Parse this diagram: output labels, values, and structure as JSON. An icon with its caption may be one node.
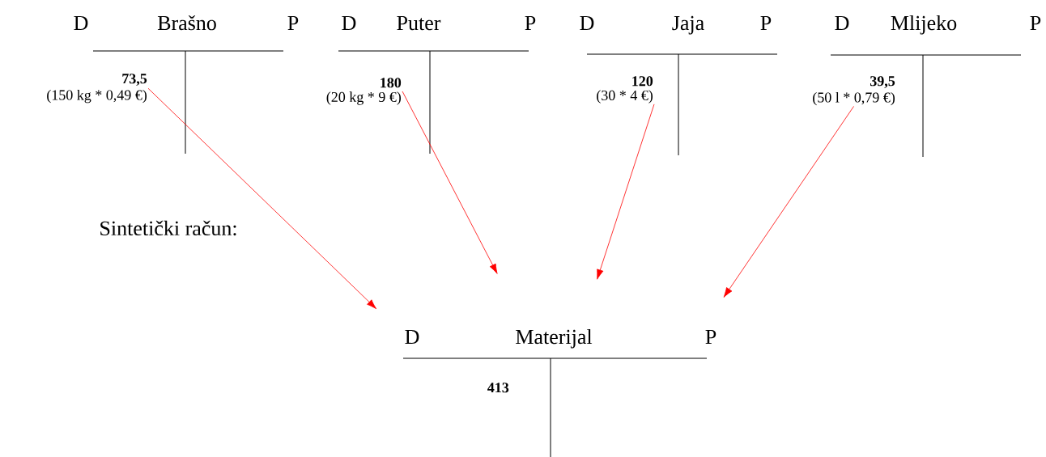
{
  "diagram": {
    "nodes": [
      {
        "text": [
          "D",
          "Brašno",
          "P"
        ]
      },
      {
        "text": [
          "D",
          "Puter",
          "P"
        ]
      },
      {
        "text": [
          "D",
          "Jaja",
          "P"
        ]
      },
      {
        "text": [
          "D",
          "Mlijeko",
          "P"
        ]
      },
      {
        "text": [
          "73,5",
          "(150 kg * 0,49 €)"
        ]
      },
      {
        "text": [
          "180",
          "(20 kg * 9 €)"
        ]
      },
      {
        "text": [
          "120",
          "(30 * 4 €)"
        ]
      },
      {
        "text": [
          "39,5",
          "(50 l * 0,79 €)"
        ]
      },
      {
        "text": [
          "D",
          "Materijal",
          "P"
        ]
      },
      {
        "text": [
          "413"
        ]
      }
    ],
    "edges": [
      {
        "from": 4,
        "to": 8,
        "arrow": "to"
      },
      {
        "from": 5,
        "to": 8,
        "arrow": "to"
      },
      {
        "from": 6,
        "to": 8,
        "arrow": "to"
      },
      {
        "from": 7,
        "to": 8,
        "arrow": "to"
      }
    ],
    "labels": [
      "Sintetički račun:"
    ]
  }
}
